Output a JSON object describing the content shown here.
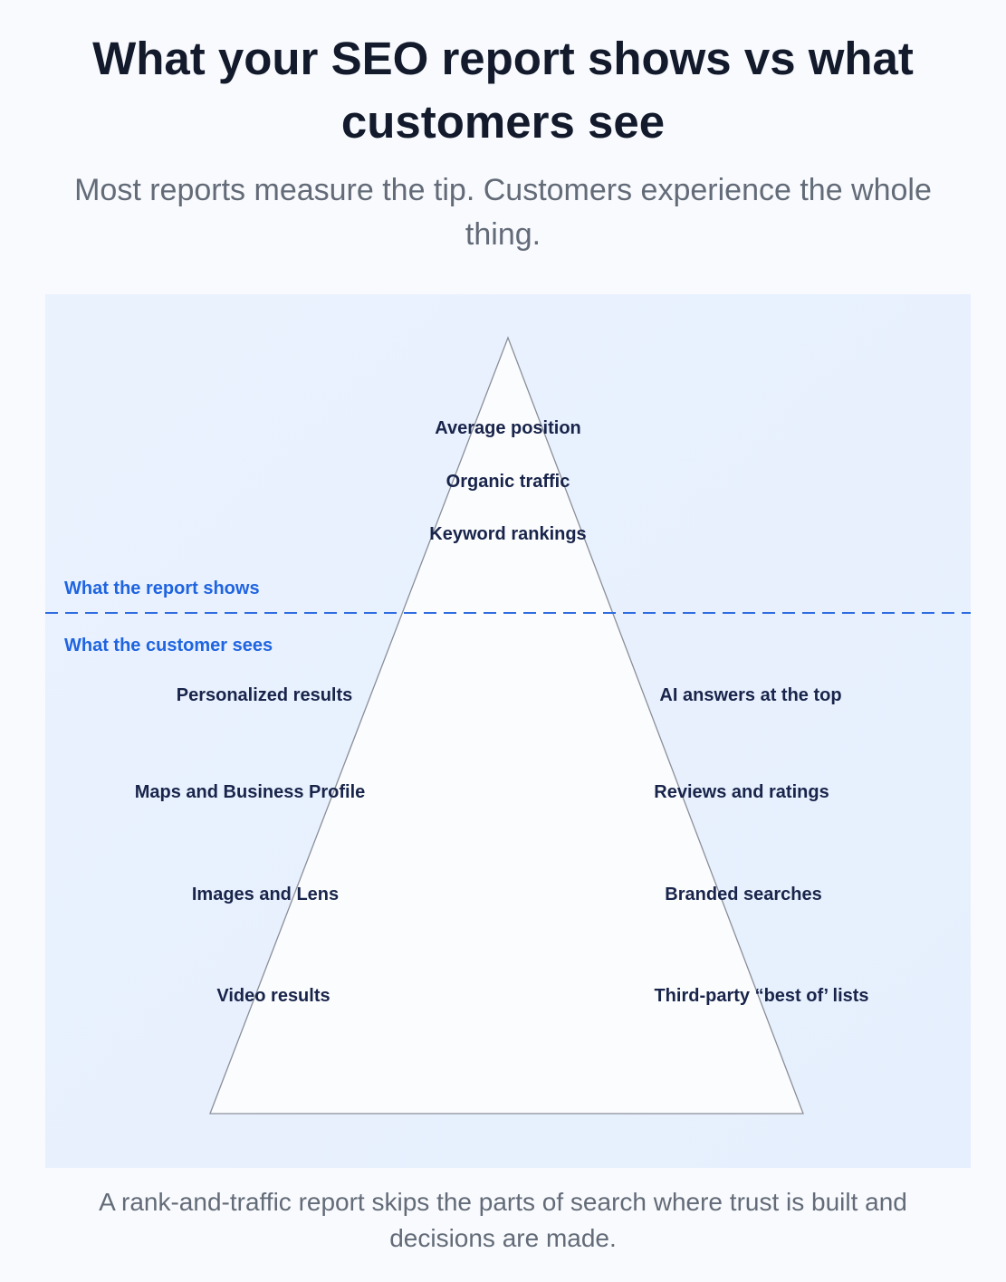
{
  "header": {
    "title": "What your SEO report shows vs what customers see",
    "subtitle": "Most reports measure the tip. Customers experience the whole thing."
  },
  "diagram": {
    "top_zone_label": "What the report shows",
    "bottom_zone_label": "What the customer sees",
    "tip_items": [
      "Average position",
      "Organic traffic",
      "Keyword rankings"
    ],
    "left_items": [
      "Personalized results",
      "Maps and Business Profile",
      "Images and Lens",
      "Video results"
    ],
    "right_items": [
      "AI answers at the top",
      "Reviews and ratings",
      "Branded searches",
      "Third-party “best of’ lists"
    ]
  },
  "footer": {
    "caption": "A rank-and-traffic report skips the parts of search where trust is built and decisions are made."
  },
  "colors": {
    "accent": "#1f64e0",
    "dark_text": "#121a2c",
    "muted_text": "#636b78",
    "panel_fill": "#e9f1fd",
    "divider": "#2f6ce0"
  }
}
